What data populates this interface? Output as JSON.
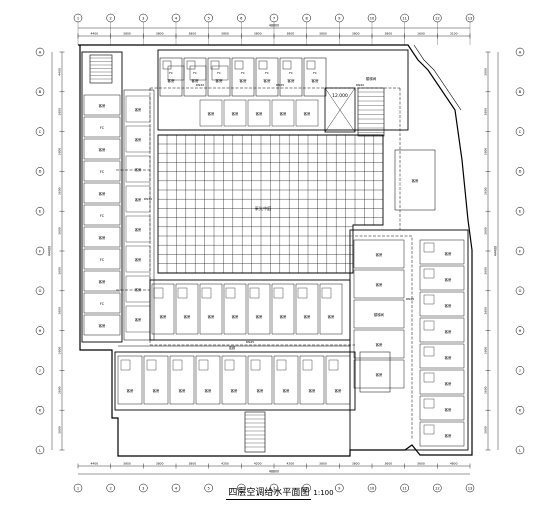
{
  "drawing": {
    "title": "四层空调给水平面图",
    "scale": "1:100",
    "overall_dims": {
      "top": "48800",
      "bottom": "48800",
      "left": "44400",
      "right": "44400"
    },
    "top_dims": [
      "4400",
      "3800",
      "3800",
      "3800",
      "3800",
      "3800",
      "3800",
      "3800",
      "3800",
      "3800",
      "1600",
      "3100"
    ],
    "bottom_dims": [
      "4400",
      "3800",
      "3800",
      "3800",
      "4200",
      "4200",
      "4200",
      "3800",
      "3800",
      "3600",
      "3600",
      "4800"
    ],
    "left_dims": [
      "4400",
      "3600",
      "3600",
      "3600",
      "3600",
      "3600",
      "3600",
      "3600",
      "3600",
      "3600"
    ],
    "right_dims": [
      "3000",
      "3600",
      "3600",
      "3600",
      "3600",
      "3600",
      "3600",
      "3600",
      "3600",
      "3600"
    ],
    "grid_top": [
      "1",
      "2",
      "3",
      "4",
      "5",
      "6",
      "7",
      "8",
      "9",
      "10",
      "11",
      "12",
      "13"
    ],
    "grid_left": [
      "A",
      "B",
      "C",
      "D",
      "E",
      "F",
      "G",
      "H",
      "J",
      "K",
      "L"
    ],
    "rooms": {
      "atrium": "采光中庭",
      "shaft": "12.000",
      "room_label": "客房",
      "corridor": "走廊",
      "stair": "楼梯间",
      "fcu": "FC",
      "pipe": "DN32",
      "pipe2": "DN25",
      "pipe3": "DN20"
    }
  }
}
